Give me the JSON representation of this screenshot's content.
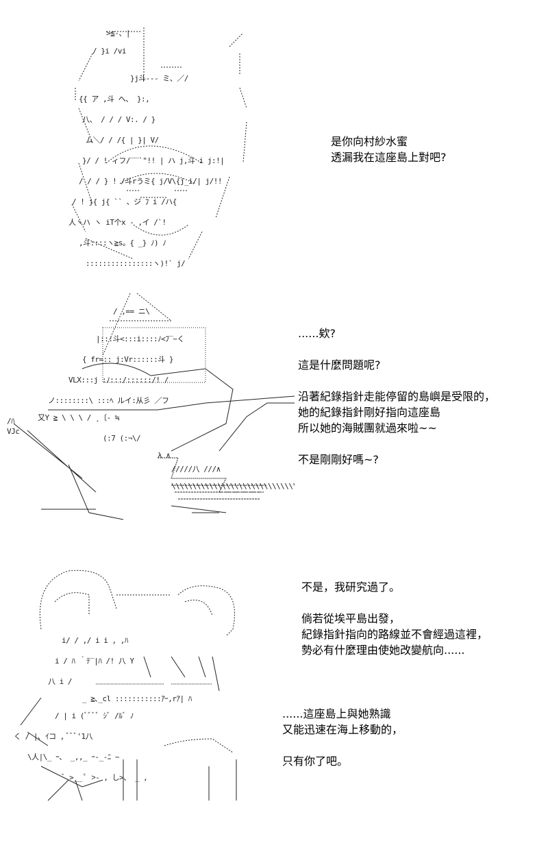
{
  "panels": [
    {
      "lines": [
        "是你向村紗水蜜",
        "透漏我在這座島上對吧?"
      ]
    },
    {
      "blocks": [
        [
          "......欸?"
        ],
        [
          "這是什麼問題呢?"
        ],
        [
          "沿著紀錄指針走能停留的島嶼是受限的，",
          "她的紀錄指針剛好指向這座島",
          "所以她的海賊團就過來啦~~"
        ],
        [
          "不是剛剛好嗎~?"
        ]
      ]
    },
    {
      "blocks": [
        [
          "不是，我研究過了。"
        ],
        [
          "倘若從埃平島出發，",
          "紀錄指針指向的路線並不會經過這裡，",
          "勢必有什麼理由使她改變航向......"
        ]
      ],
      "blocks2": [
        [
          "......這座島上與她熟識",
          "又能迅速在海上移動的，"
        ],
        [
          "只有你了吧。"
        ]
      ]
    }
  ]
}
